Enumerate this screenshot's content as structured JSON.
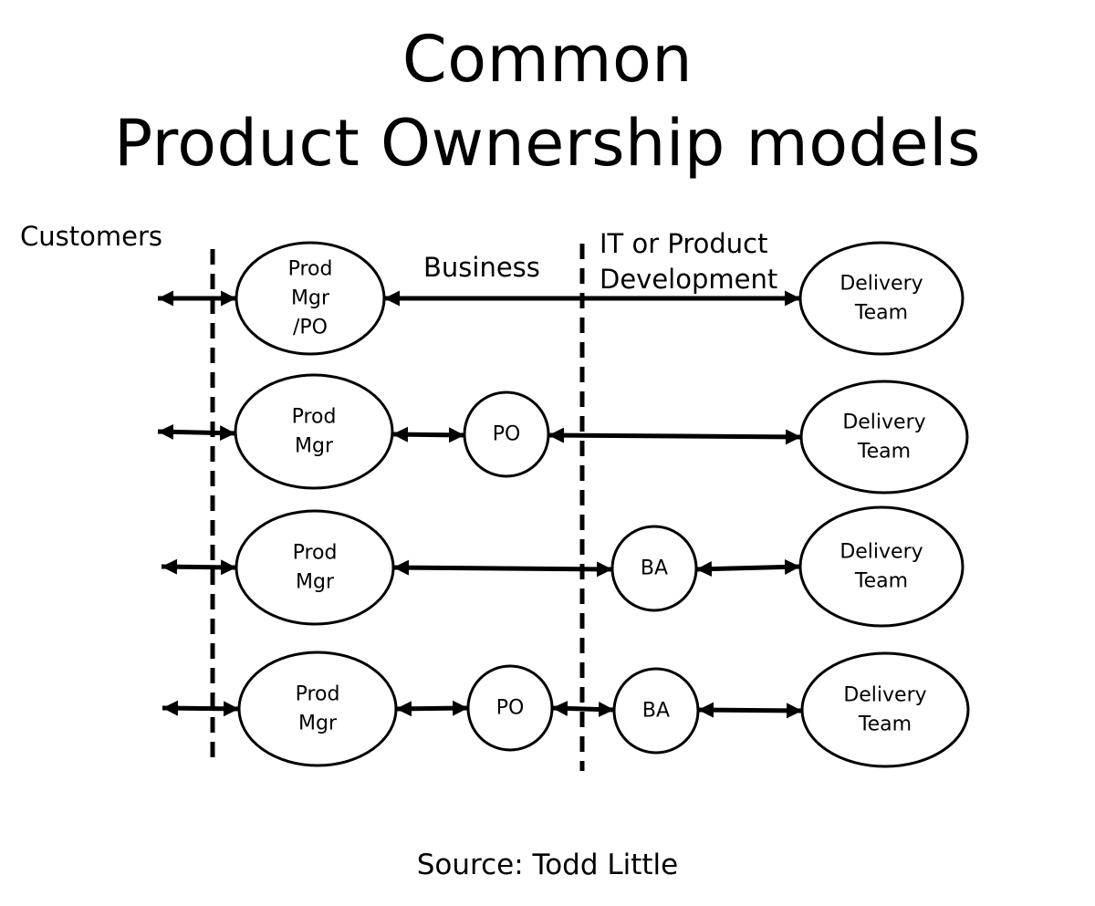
{
  "title": {
    "line1": "Common",
    "line2": "Product Ownership models"
  },
  "regions": {
    "customers": "Customers",
    "business": "Business",
    "it_line1": "IT or Product",
    "it_line2": "Development"
  },
  "rows": [
    {
      "nodes": [
        {
          "role": "prod-mgr-po",
          "lines": [
            "Prod",
            "Mgr",
            "/PO"
          ]
        },
        {
          "role": "delivery-team",
          "lines": [
            "Delivery",
            "Team"
          ]
        }
      ]
    },
    {
      "nodes": [
        {
          "role": "prod-mgr",
          "lines": [
            "Prod",
            "Mgr"
          ]
        },
        {
          "role": "po",
          "lines": [
            "PO"
          ]
        },
        {
          "role": "delivery-team",
          "lines": [
            "Delivery",
            "Team"
          ]
        }
      ]
    },
    {
      "nodes": [
        {
          "role": "prod-mgr",
          "lines": [
            "Prod",
            "Mgr"
          ]
        },
        {
          "role": "ba",
          "lines": [
            "BA"
          ]
        },
        {
          "role": "delivery-team",
          "lines": [
            "Delivery",
            "Team"
          ]
        }
      ]
    },
    {
      "nodes": [
        {
          "role": "prod-mgr",
          "lines": [
            "Prod",
            "Mgr"
          ]
        },
        {
          "role": "po",
          "lines": [
            "PO"
          ]
        },
        {
          "role": "ba",
          "lines": [
            "BA"
          ]
        },
        {
          "role": "delivery-team",
          "lines": [
            "Delivery",
            "Team"
          ]
        }
      ]
    }
  ],
  "source": "Source: Todd Little",
  "colors": {
    "stroke": "#000000",
    "background": "#ffffff"
  }
}
